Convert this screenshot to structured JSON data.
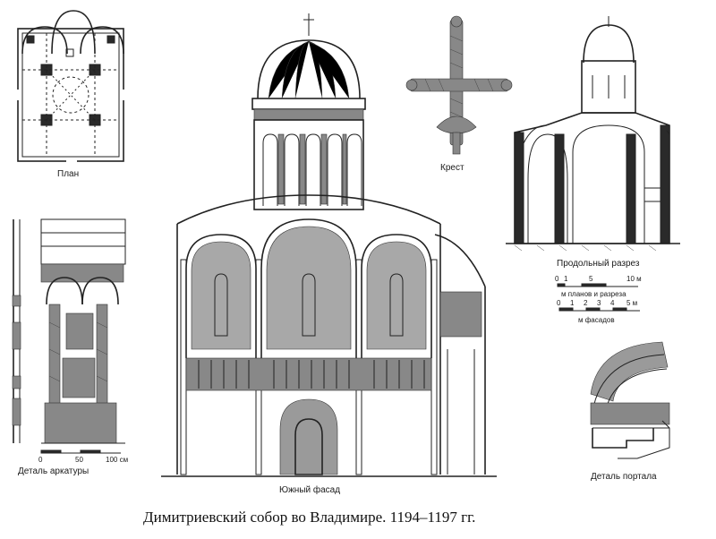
{
  "sheet": {
    "caption": "Димитриевский собор во Владимире. 1194–1197 гг."
  },
  "labels": {
    "plan": "План",
    "cross": "Крест",
    "section": "Продольный разрез",
    "arcade": "Деталь аркатуры",
    "facade": "Южный фасад",
    "portal": "Деталь портала"
  },
  "scales": {
    "plans": {
      "ticks": [
        "0",
        "1",
        "5",
        "10 м"
      ],
      "unit_label": "м  планов и разреза"
    },
    "facades": {
      "ticks": [
        "0",
        "1",
        "2",
        "3",
        "4",
        "5 м"
      ],
      "unit_label": "м  фасадов"
    },
    "arcade": {
      "ticks": [
        "0",
        "50",
        "100 см"
      ]
    }
  }
}
